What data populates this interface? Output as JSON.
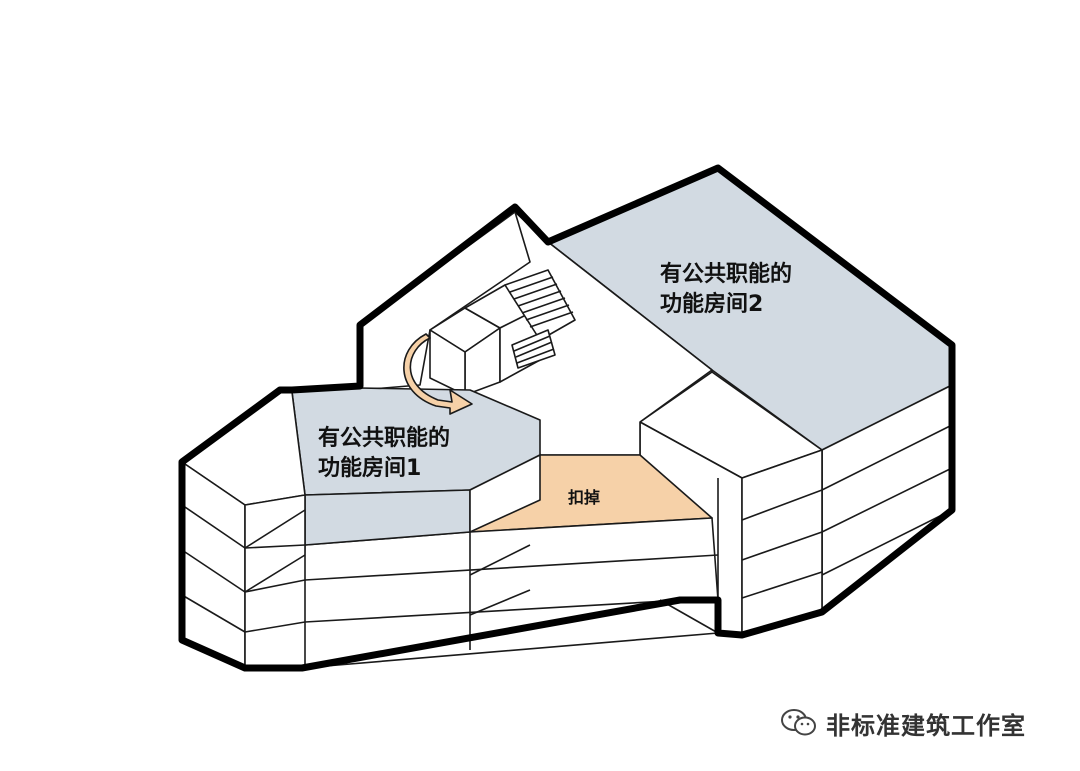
{
  "labels": {
    "room1_line1": "有公共职能的",
    "room1_line2": "功能房间1",
    "room2_line1": "有公共职能的",
    "room2_line2": "功能房间2",
    "cut": "扣掉"
  },
  "watermark": {
    "icon": "wechat-icon",
    "text": "非标准建筑工作室"
  },
  "colors": {
    "roof_blue": "#d2dae2",
    "cut_orange": "#f6d1a8",
    "arrow_orange": "#f6d1a8",
    "outline": "#000000",
    "wall": "#ffffff"
  }
}
